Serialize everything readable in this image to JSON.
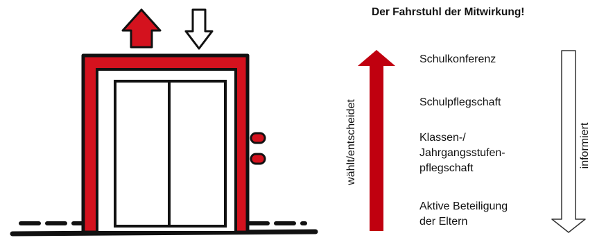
{
  "title": "Der Fahrstuhl der Mitwirkung!",
  "levels": [
    "Schulkonferenz",
    "Schulpflegschaft",
    "Klassen-/\nJahrgangsstufen-\npflegschaft",
    "Aktive Beteiligung\nder Eltern"
  ],
  "up_arrow": {
    "label": "wählt/entscheidet",
    "color": "#c0000f"
  },
  "down_arrow": {
    "label": "informiert",
    "color": "#ffffff"
  },
  "colors": {
    "frame_red": "#d4121e",
    "outline": "#111111"
  }
}
